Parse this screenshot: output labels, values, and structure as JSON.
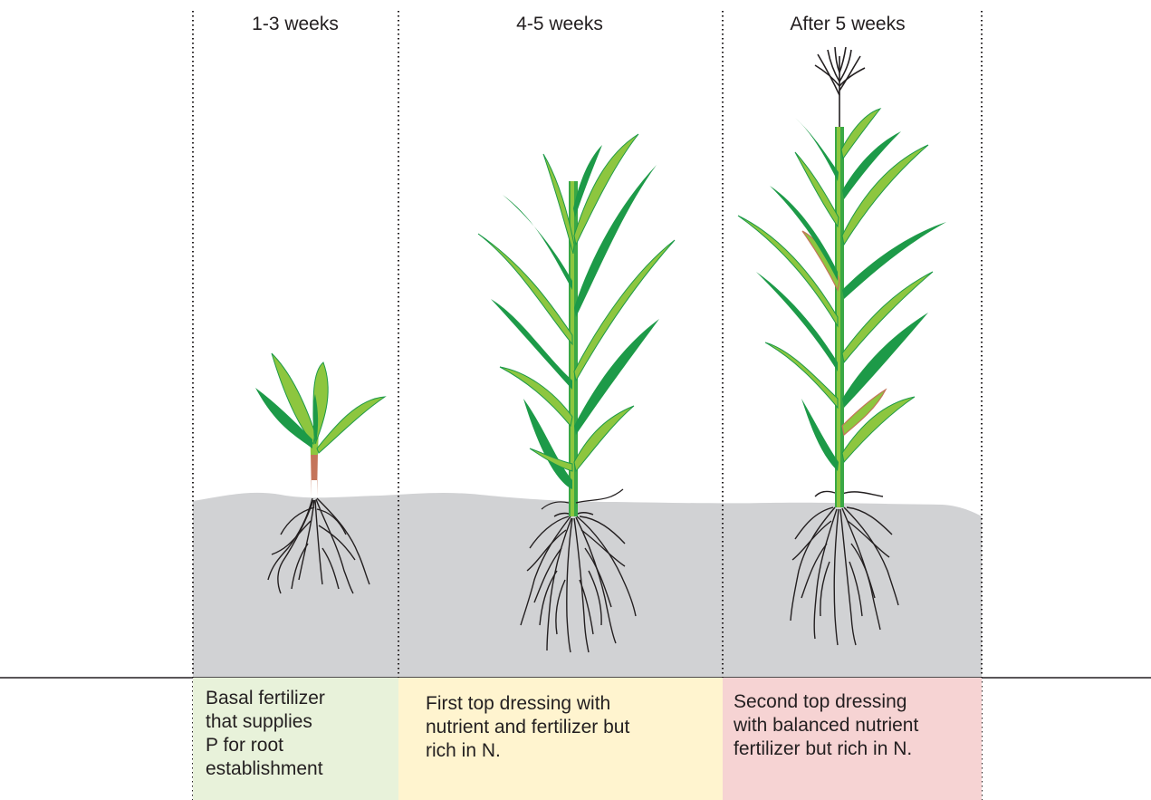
{
  "stages": [
    {
      "label": "1-3 weeks",
      "note_lines": [
        "Basal fertilizer",
        "that supplies",
        "P for root",
        "establishment"
      ]
    },
    {
      "label": "4-5 weeks",
      "note_lines": [
        "First top dressing with",
        "nutrient and fertilizer but",
        "rich in N."
      ]
    },
    {
      "label": "After 5 weeks",
      "note_lines": [
        "Second top dressing",
        "with balanced nutrient",
        "fertilizer but rich in N."
      ]
    }
  ],
  "colors": {
    "soil": "#d1d2d4",
    "leaf_light": "#8dc63f",
    "leaf_dark": "#1d9a48",
    "stem": "#3aa845",
    "root": "#231f20",
    "note_1": "#e8f2da",
    "note_2": "#fff4cf",
    "note_3": "#f6d3d3"
  }
}
